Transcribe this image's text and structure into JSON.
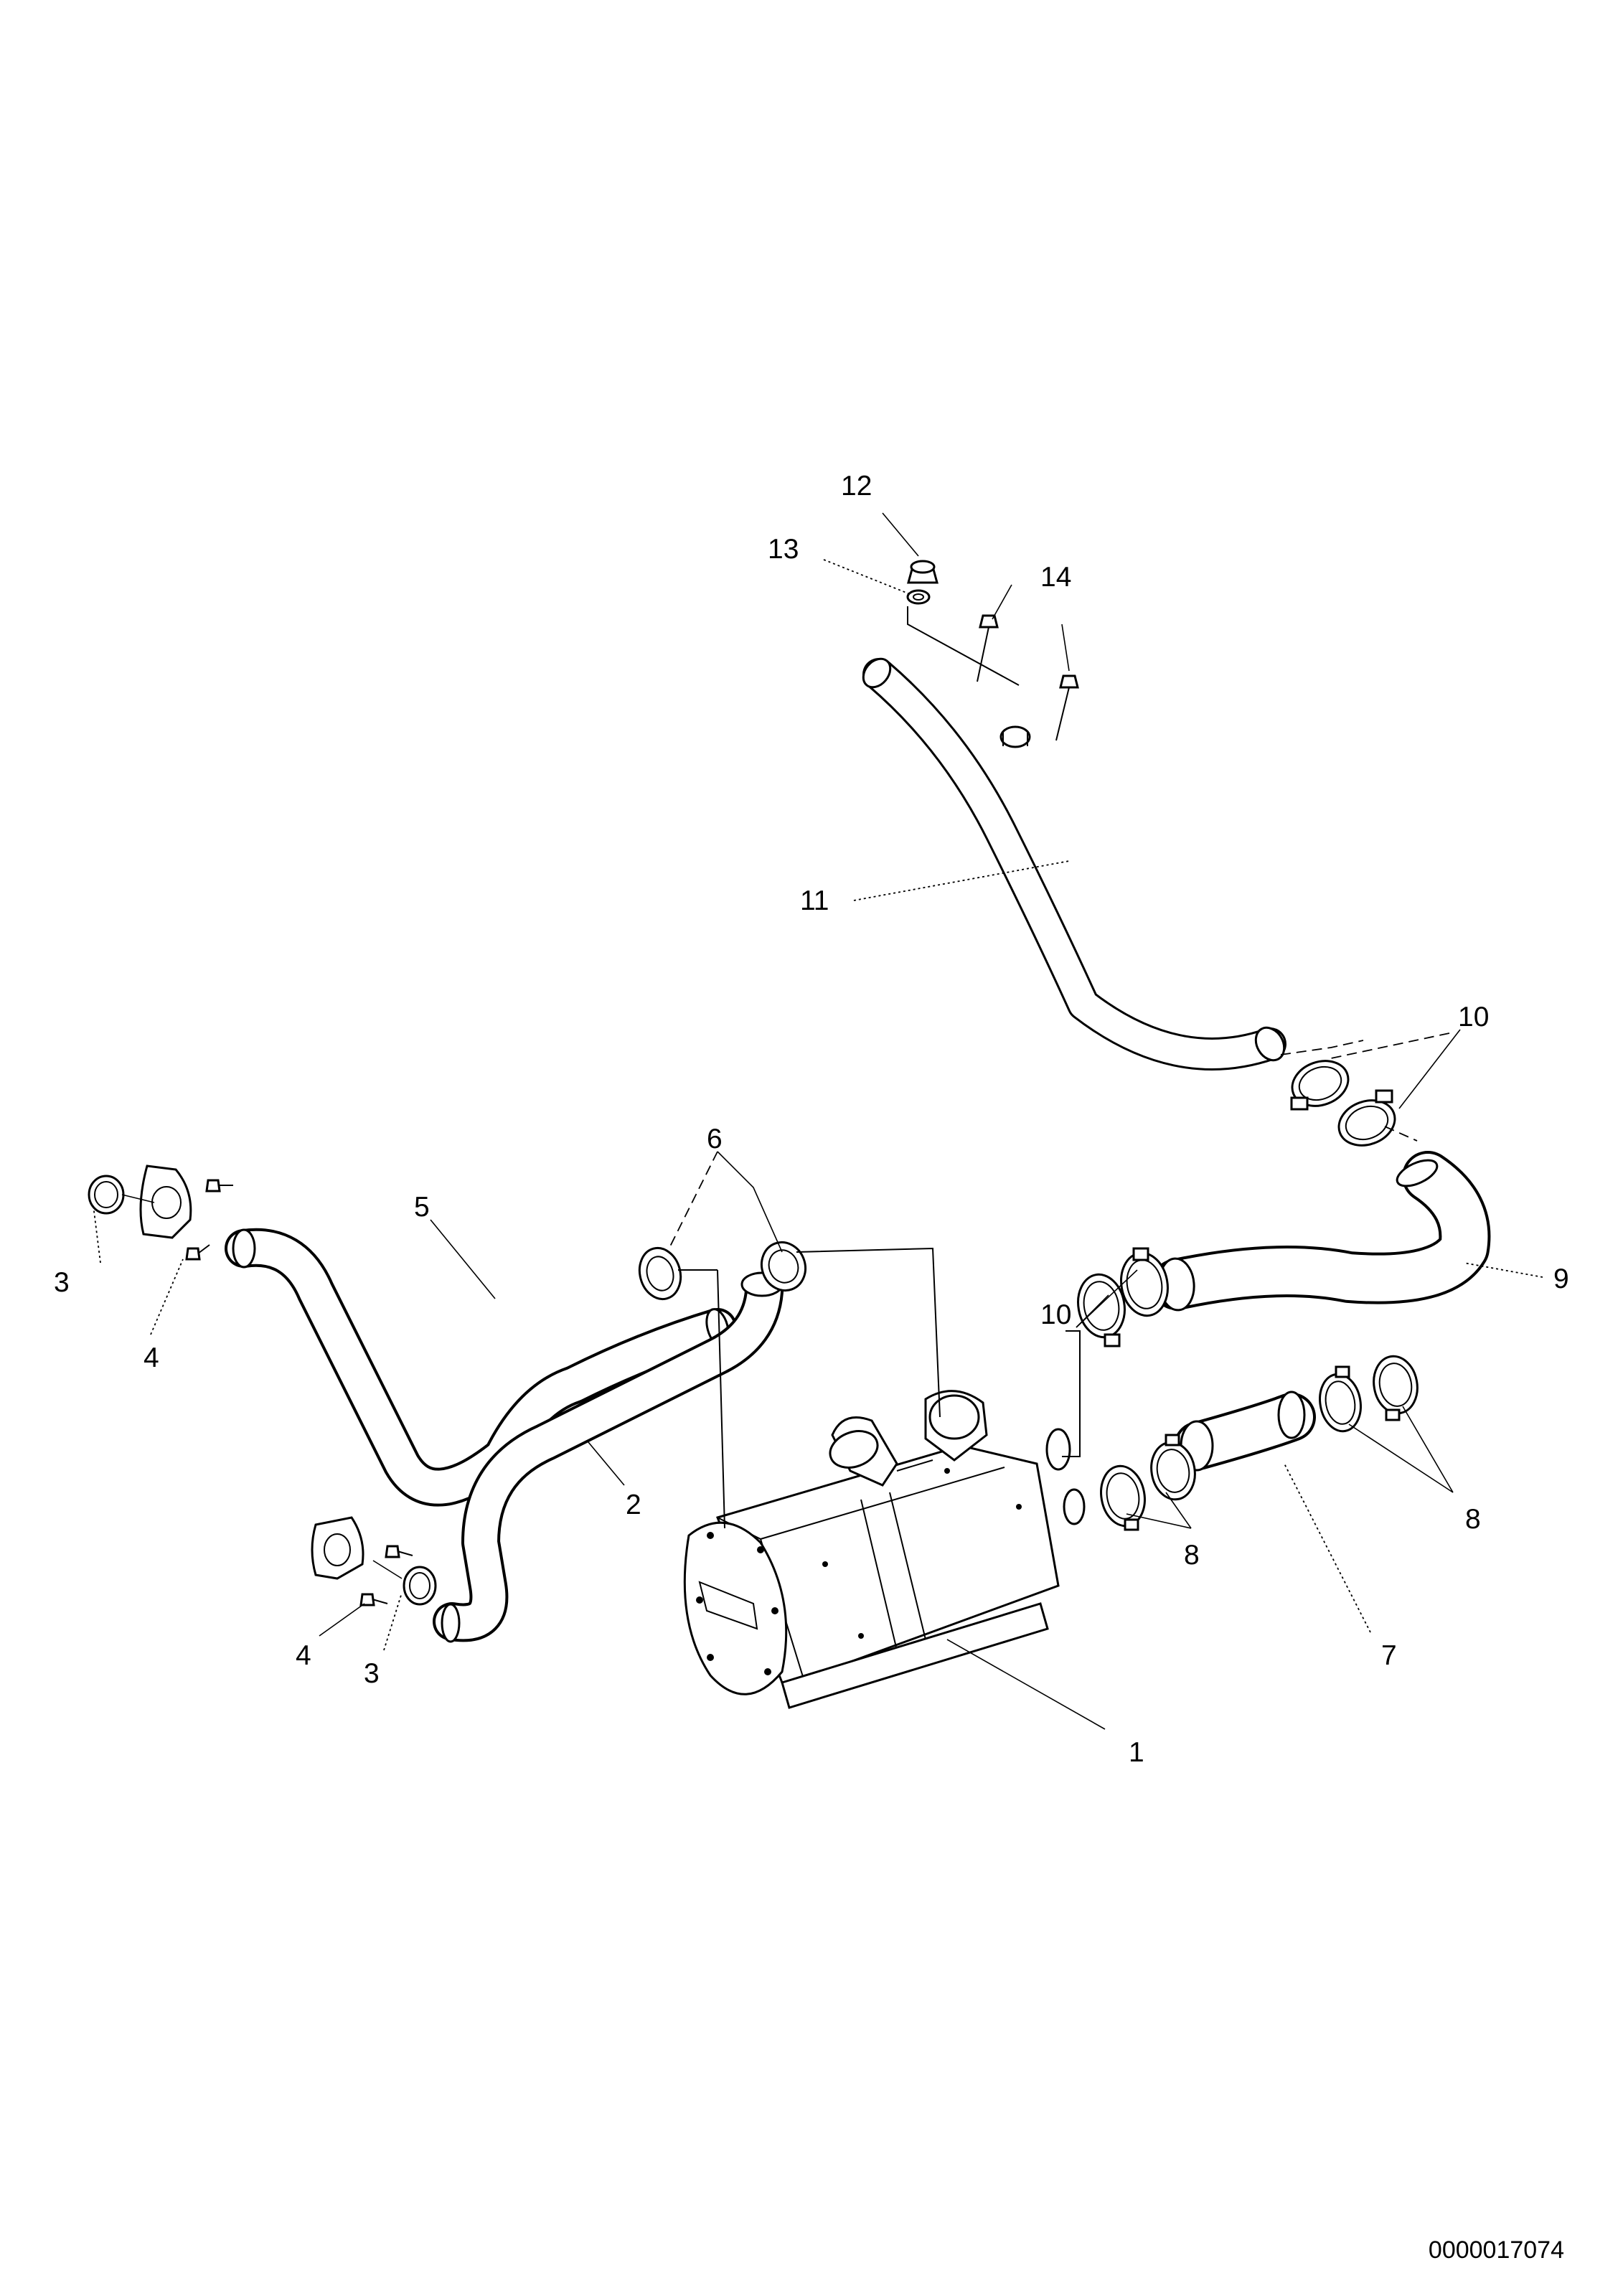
{
  "diagram": {
    "document_number": "0000017074",
    "callouts": {
      "c1": "1",
      "c2": "2",
      "c3_left": "3",
      "c3_bottom": "3",
      "c4_left": "4",
      "c4_bottom": "4",
      "c5": "5",
      "c6": "6",
      "c7": "7",
      "c8_right": "8",
      "c8_center": "8",
      "c9": "9",
      "c10_top": "10",
      "c10_mid": "10",
      "c11": "11",
      "c12": "12",
      "c13": "13",
      "c14": "14"
    }
  }
}
